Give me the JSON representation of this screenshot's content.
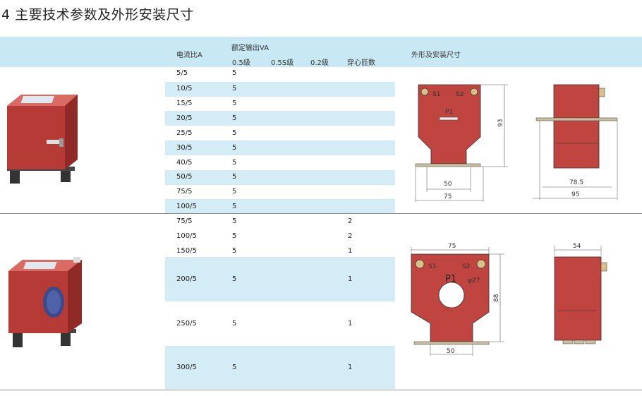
{
  "title": "4 主要技术参数及外形安装尺寸",
  "header": {
    "ratio": "电流比A",
    "rated_output": "额定输出VA",
    "class_05": "0.5级",
    "class_05s": "0.5S级",
    "class_02": "0.2级",
    "turns": "穿心匝数",
    "dimensions": "外形及安装尺寸"
  },
  "section1": {
    "rows": [
      {
        "ratio": "5/5",
        "va05": "5"
      },
      {
        "ratio": "10/5",
        "va05": "5"
      },
      {
        "ratio": "15/5",
        "va05": "5"
      },
      {
        "ratio": "20/5",
        "va05": "5"
      },
      {
        "ratio": "25/5",
        "va05": "5"
      },
      {
        "ratio": "30/5",
        "va05": "5"
      },
      {
        "ratio": "40/5",
        "va05": "5"
      },
      {
        "ratio": "50/5",
        "va05": "5"
      },
      {
        "ratio": "75/5",
        "va05": "5"
      },
      {
        "ratio": "100/5",
        "va05": "5"
      }
    ],
    "front": {
      "s1": "S1",
      "s2": "S2",
      "p1": "P1",
      "height": "93",
      "base": "50",
      "width": "75"
    },
    "side": {
      "depth": "78.5",
      "overall": "95"
    }
  },
  "section2": {
    "rows": [
      {
        "ratio": "75/5",
        "va05": "5",
        "turns": "2"
      },
      {
        "ratio": "100/5",
        "va05": "5",
        "turns": "2"
      },
      {
        "ratio": "150/5",
        "va05": "5",
        "turns": "1"
      },
      {
        "ratio": "200/5",
        "va05": "5",
        "turns": "1"
      },
      {
        "ratio": "250/5",
        "va05": "5",
        "turns": "1"
      },
      {
        "ratio": "300/5",
        "va05": "5",
        "turns": "1"
      }
    ],
    "front": {
      "s1": "S1",
      "s2": "S2",
      "p1": "P1",
      "hole": "φ27",
      "width": "75",
      "height": "88",
      "base": "50"
    },
    "side": {
      "depth": "54"
    }
  },
  "colors": {
    "header_band": "#c8e8f4",
    "row_band": "#d4ecf6",
    "device_red": "#c0443f"
  }
}
